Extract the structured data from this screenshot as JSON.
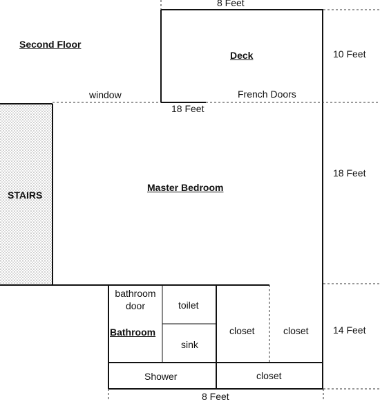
{
  "floor_title": "Second Floor",
  "rooms": {
    "deck": "Deck",
    "master_bedroom": "Master Bedroom",
    "stairs": "STAIRS",
    "bathroom": "Bathroom",
    "bathroom_door": "bathroom\ndoor",
    "toilet": "toilet",
    "sink": "sink",
    "shower": "Shower",
    "closet_left": "closet",
    "closet_right": "closet",
    "closet_bottom": "closet"
  },
  "features": {
    "window": "window",
    "french_doors": "French Doors"
  },
  "dimensions": {
    "deck_width": "8 Feet",
    "deck_depth": "10 Feet",
    "bedroom_width": "18 Feet",
    "bedroom_depth": "18 Feet",
    "bath_depth": "14 Feet",
    "bath_width": "8 Feet"
  },
  "colors": {
    "wall": "#111111",
    "dim_line": "#333333",
    "stairs_dots": "#9a9a9a"
  }
}
